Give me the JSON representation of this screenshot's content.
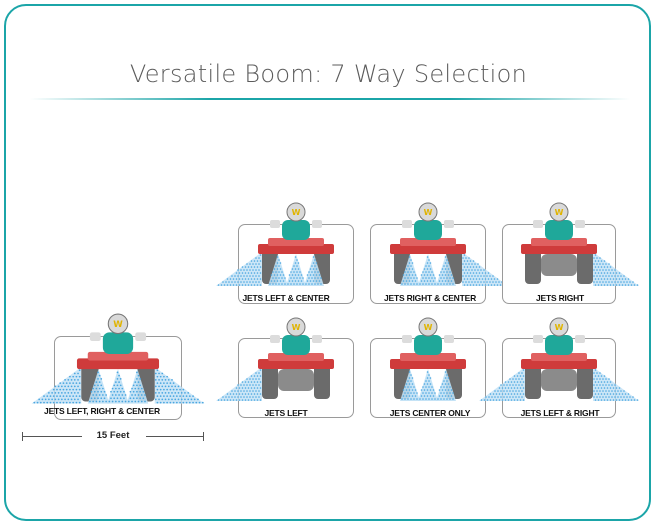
{
  "title": "Versatile Boom: 7 Way Selection",
  "colors": {
    "border": "#1ba5a8",
    "spray": "#4aa6e0",
    "body": "#cf3b3b",
    "operator": "#1fa89a",
    "wheel": "#6b6b6b"
  },
  "tiles": [
    {
      "caption": "JETS LEFT, RIGHT & CENTER",
      "left": true,
      "center": true,
      "right": true
    },
    {
      "caption": "JETS LEFT & CENTER",
      "left": true,
      "center": true,
      "right": false
    },
    {
      "caption": "JETS RIGHT & CENTER",
      "left": false,
      "center": true,
      "right": true
    },
    {
      "caption": "JETS RIGHT",
      "left": false,
      "center": false,
      "right": true
    },
    {
      "caption": "JETS LEFT",
      "left": true,
      "center": false,
      "right": false
    },
    {
      "caption": "JETS CENTER ONLY",
      "left": false,
      "center": true,
      "right": false
    },
    {
      "caption": "JETS LEFT & RIGHT",
      "left": true,
      "center": false,
      "right": true
    }
  ],
  "dimension_label": "15 Feet"
}
